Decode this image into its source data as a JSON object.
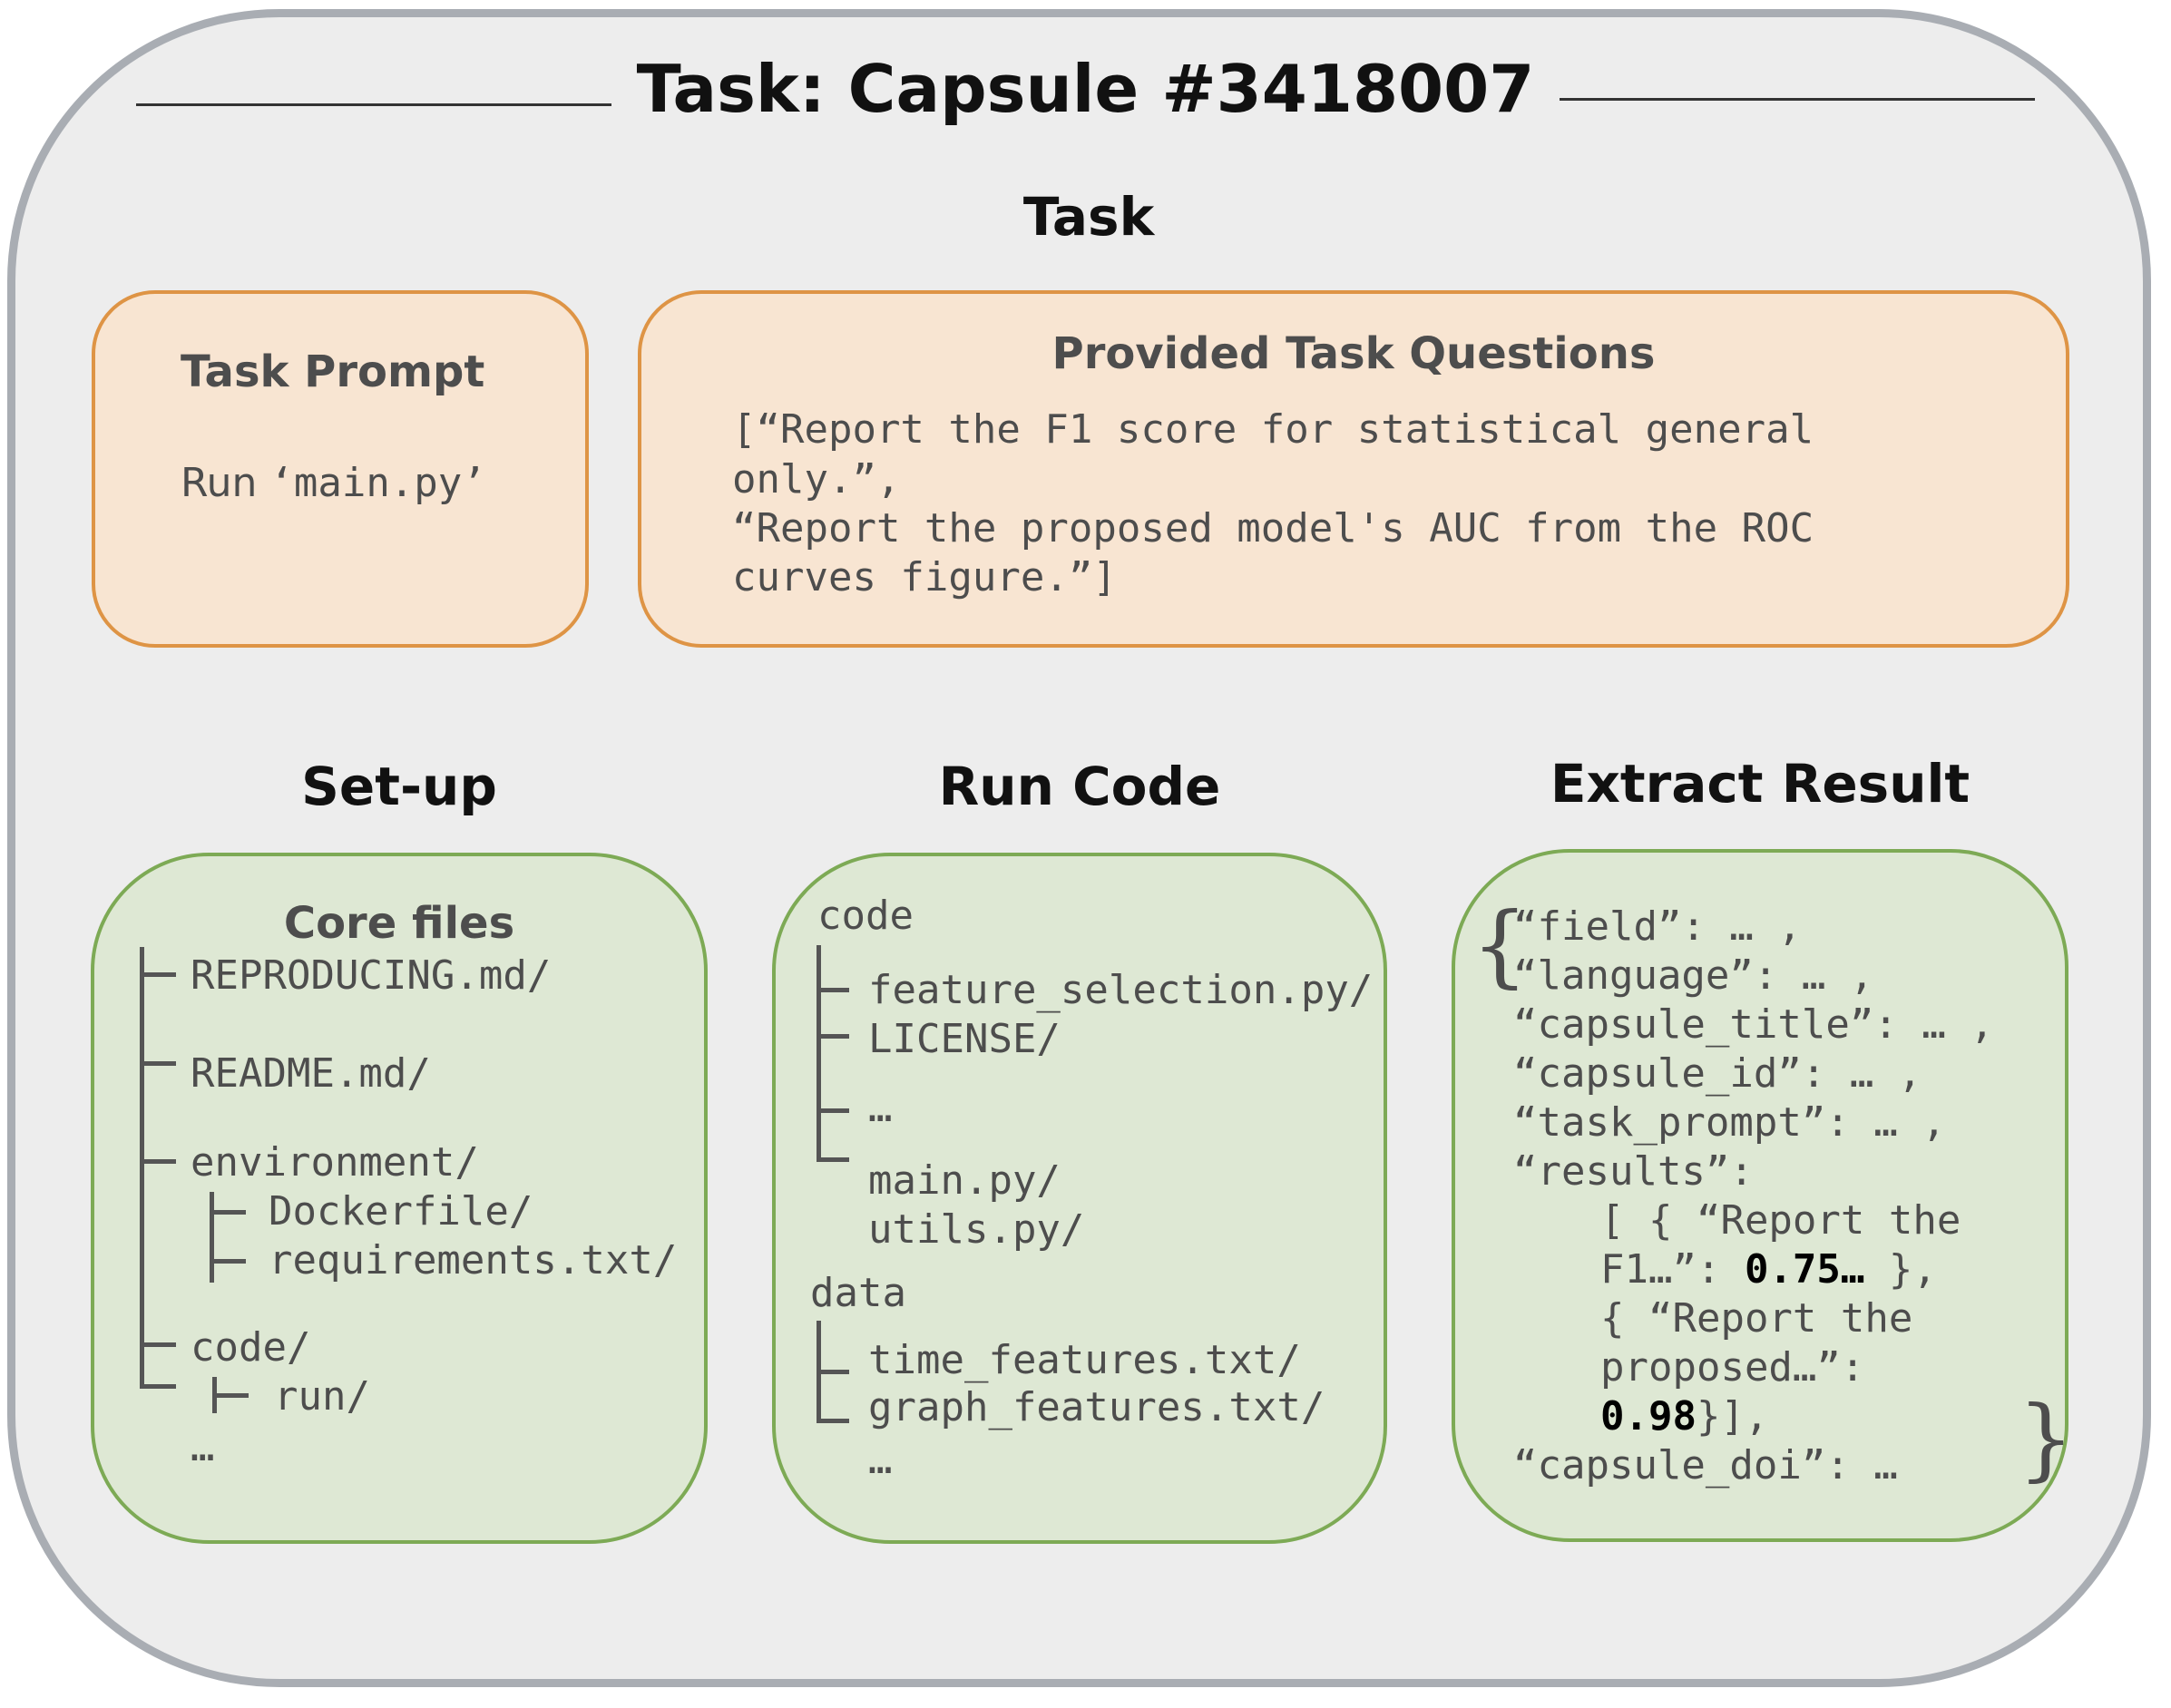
{
  "title": "Task: Capsule #3418007",
  "task_section": {
    "heading": "Task",
    "prompt_box": {
      "title": "Task Prompt",
      "text_prefix": "Run ",
      "text_code": "‘main.py’"
    },
    "questions_box": {
      "title": "Provided Task Questions",
      "lines": [
        "[“Report the F1 score for statistical general",
        "only.”,",
        "“Report the proposed model's AUC from the ROC",
        "curves figure.”]"
      ]
    }
  },
  "setup": {
    "heading": "Set-up",
    "box_title": "Core files",
    "items": {
      "reproducing": "REPRODUCING.md/",
      "readme": "README.md/",
      "environment": "environment/",
      "dockerfile": "Dockerfile/",
      "requirements": "requirements.txt/",
      "code": "code/",
      "run": "run/",
      "ellipsis": "…"
    }
  },
  "run_code": {
    "heading": "Run Code",
    "code_label": "code",
    "code_items": [
      "feature_selection.py/",
      "LICENSE/",
      "…",
      "main.py/",
      "utils.py/"
    ],
    "data_label": "data",
    "data_items": [
      "time_features.txt/",
      "graph_features.txt/",
      "…"
    ]
  },
  "extract": {
    "heading": "Extract Result",
    "open_brace": "{",
    "close_brace": "}",
    "lines": {
      "field": "“field”: … ,",
      "language": "“language”: … ,",
      "capsule_title": "“capsule_title”: … ,",
      "capsule_id": "“capsule_id”: … ,",
      "task_prompt": "“task_prompt”: … ,",
      "results": "“results”:",
      "r1a": "[ { “Report the",
      "r1b_pre": "F1…”: ",
      "r1b_val": "0.75…",
      "r1b_post": " },",
      "r2a": "{ “Report the",
      "r2b": "proposed…”:",
      "r2c_val": "0.98",
      "r2c_post": "}],",
      "doi": "“capsule_doi”: …"
    }
  }
}
